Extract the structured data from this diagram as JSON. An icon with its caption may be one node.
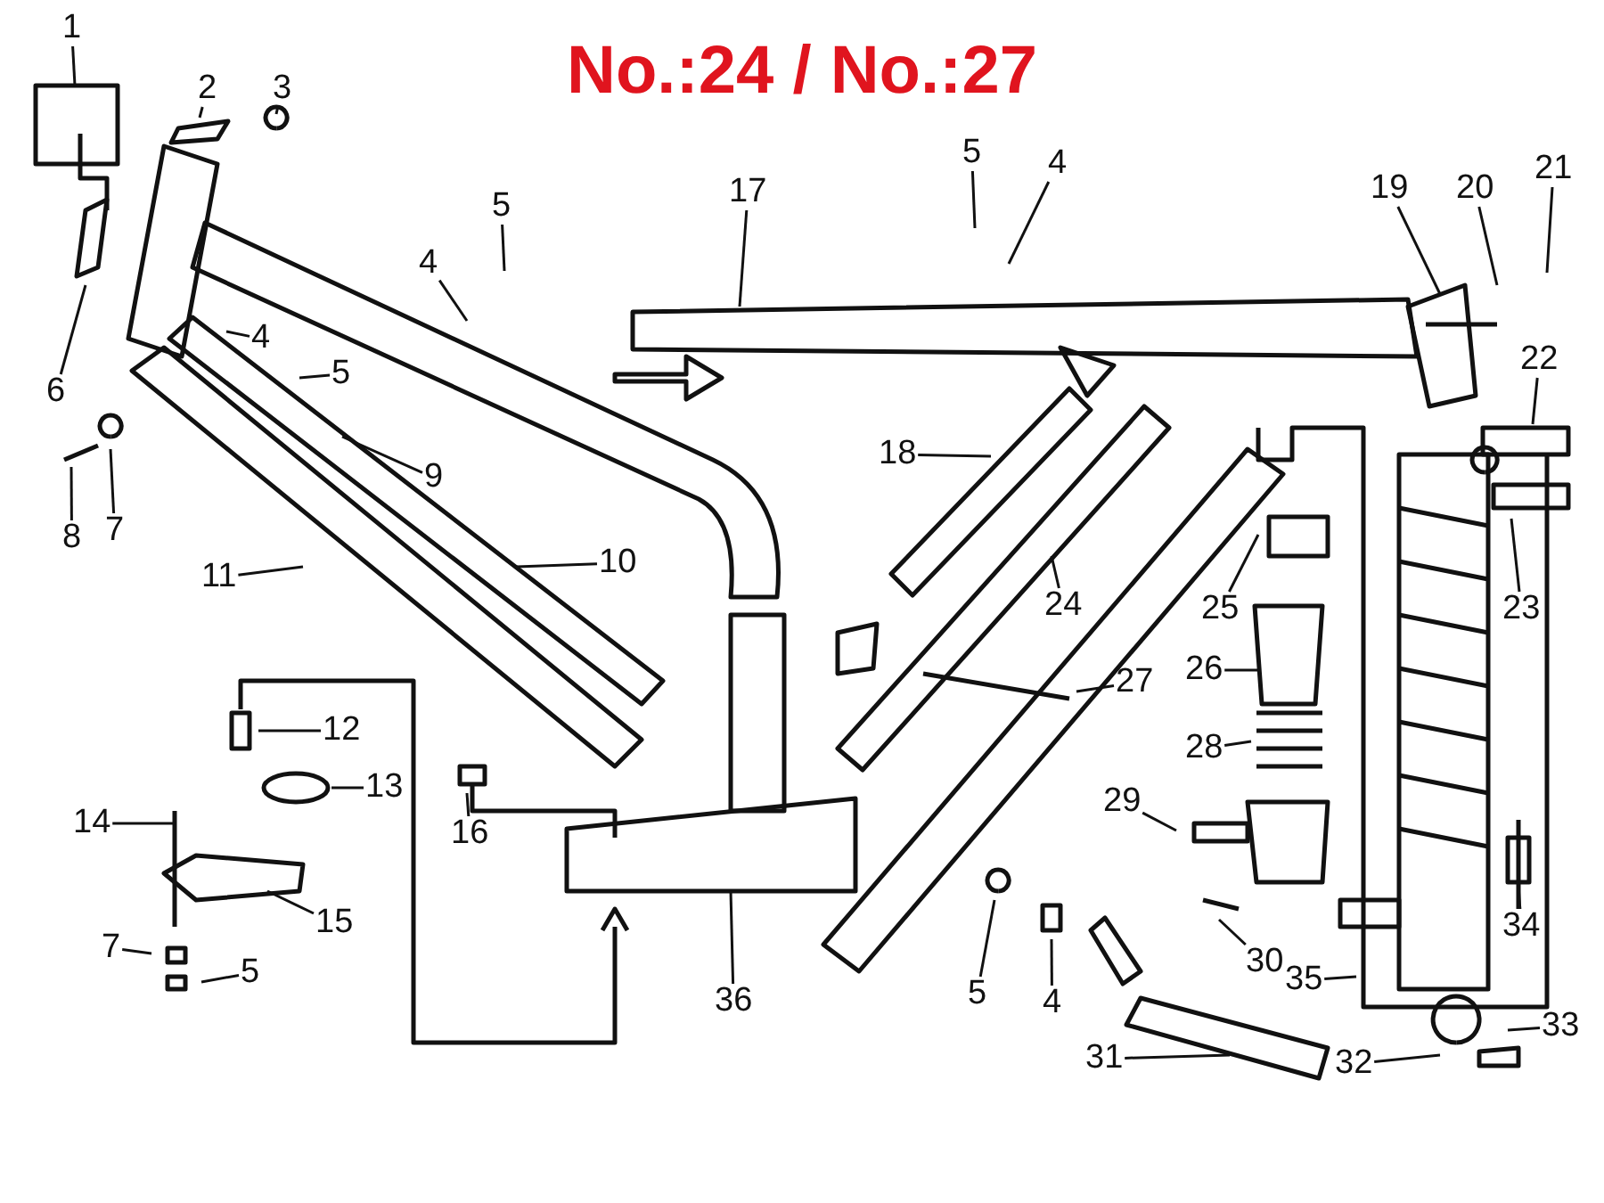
{
  "diagram": {
    "title": "No.:24 / No.:27",
    "nodes": [
      {
        "text": [
          "1"
        ]
      },
      {
        "text": [
          "2"
        ]
      },
      {
        "text": [
          "3"
        ]
      },
      {
        "text": [
          "4"
        ]
      },
      {
        "text": [
          "5"
        ]
      },
      {
        "text": [
          "6"
        ]
      },
      {
        "text": [
          "4"
        ]
      },
      {
        "text": [
          "5"
        ]
      },
      {
        "text": [
          "7"
        ]
      },
      {
        "text": [
          "8"
        ]
      },
      {
        "text": [
          "9"
        ]
      },
      {
        "text": [
          "10"
        ]
      },
      {
        "text": [
          "11"
        ]
      },
      {
        "text": [
          "17"
        ]
      },
      {
        "text": [
          "5"
        ]
      },
      {
        "text": [
          "4"
        ]
      },
      {
        "text": [
          "19"
        ]
      },
      {
        "text": [
          "20"
        ]
      },
      {
        "text": [
          "21"
        ]
      },
      {
        "text": [
          "22"
        ]
      },
      {
        "text": [
          "18"
        ]
      },
      {
        "text": [
          "24"
        ]
      },
      {
        "text": [
          "25"
        ]
      },
      {
        "text": [
          "23"
        ]
      },
      {
        "text": [
          "26"
        ]
      },
      {
        "text": [
          "27"
        ]
      },
      {
        "text": [
          "28"
        ]
      },
      {
        "text": [
          "12"
        ]
      },
      {
        "text": [
          "13"
        ]
      },
      {
        "text": [
          "14"
        ]
      },
      {
        "text": [
          "29"
        ]
      },
      {
        "text": [
          "16"
        ]
      },
      {
        "text": [
          "15"
        ]
      },
      {
        "text": [
          "7"
        ]
      },
      {
        "text": [
          "5"
        ]
      },
      {
        "text": [
          "34"
        ]
      },
      {
        "text": [
          "5"
        ]
      },
      {
        "text": [
          "4"
        ]
      },
      {
        "text": [
          "30"
        ]
      },
      {
        "text": [
          "35"
        ]
      },
      {
        "text": [
          "36"
        ]
      },
      {
        "text": [
          "31"
        ]
      },
      {
        "text": [
          "32"
        ]
      },
      {
        "text": [
          "33"
        ]
      }
    ],
    "edges": [
      {
        "from": 0,
        "to": null,
        "arrow": "none"
      },
      {
        "from": 1,
        "to": null,
        "arrow": "none"
      },
      {
        "from": 2,
        "to": null,
        "arrow": "none"
      },
      {
        "from": 3,
        "to": null,
        "arrow": "none"
      },
      {
        "from": 4,
        "to": null,
        "arrow": "none"
      },
      {
        "from": 5,
        "to": null,
        "arrow": "none"
      },
      {
        "from": 6,
        "to": null,
        "arrow": "none"
      },
      {
        "from": 7,
        "to": null,
        "arrow": "none"
      },
      {
        "from": 8,
        "to": null,
        "arrow": "none"
      },
      {
        "from": 9,
        "to": null,
        "arrow": "none"
      },
      {
        "from": 10,
        "to": null,
        "arrow": "none"
      },
      {
        "from": 11,
        "to": null,
        "arrow": "none"
      },
      {
        "from": 12,
        "to": null,
        "arrow": "none"
      },
      {
        "from": 13,
        "to": null,
        "arrow": "none"
      },
      {
        "from": 14,
        "to": null,
        "arrow": "none"
      },
      {
        "from": 15,
        "to": null,
        "arrow": "none"
      },
      {
        "from": 16,
        "to": null,
        "arrow": "none"
      },
      {
        "from": 17,
        "to": null,
        "arrow": "none"
      },
      {
        "from": 18,
        "to": null,
        "arrow": "none"
      },
      {
        "from": 19,
        "to": null,
        "arrow": "none"
      },
      {
        "from": 20,
        "to": null,
        "arrow": "none"
      },
      {
        "from": 21,
        "to": null,
        "arrow": "none"
      },
      {
        "from": 22,
        "to": null,
        "arrow": "none"
      },
      {
        "from": 23,
        "to": null,
        "arrow": "none"
      },
      {
        "from": 24,
        "to": null,
        "arrow": "none"
      },
      {
        "from": 25,
        "to": null,
        "arrow": "none"
      },
      {
        "from": 26,
        "to": null,
        "arrow": "none"
      },
      {
        "from": 27,
        "to": null,
        "arrow": "none"
      },
      {
        "from": 28,
        "to": null,
        "arrow": "none"
      },
      {
        "from": 29,
        "to": null,
        "arrow": "none"
      },
      {
        "from": 30,
        "to": null,
        "arrow": "none"
      },
      {
        "from": 31,
        "to": null,
        "arrow": "none"
      },
      {
        "from": 32,
        "to": null,
        "arrow": "none"
      },
      {
        "from": 33,
        "to": null,
        "arrow": "none"
      },
      {
        "from": 34,
        "to": null,
        "arrow": "none"
      },
      {
        "from": 35,
        "to": null,
        "arrow": "none"
      },
      {
        "from": 36,
        "to": null,
        "arrow": "none"
      },
      {
        "from": 37,
        "to": null,
        "arrow": "none"
      },
      {
        "from": 38,
        "to": null,
        "arrow": "none"
      },
      {
        "from": 39,
        "to": null,
        "arrow": "none"
      },
      {
        "from": 40,
        "to": null,
        "arrow": "none"
      },
      {
        "from": 41,
        "to": null,
        "arrow": "none"
      },
      {
        "from": 42,
        "to": null,
        "arrow": "none"
      },
      {
        "from": 43,
        "to": null,
        "arrow": "none"
      }
    ]
  }
}
